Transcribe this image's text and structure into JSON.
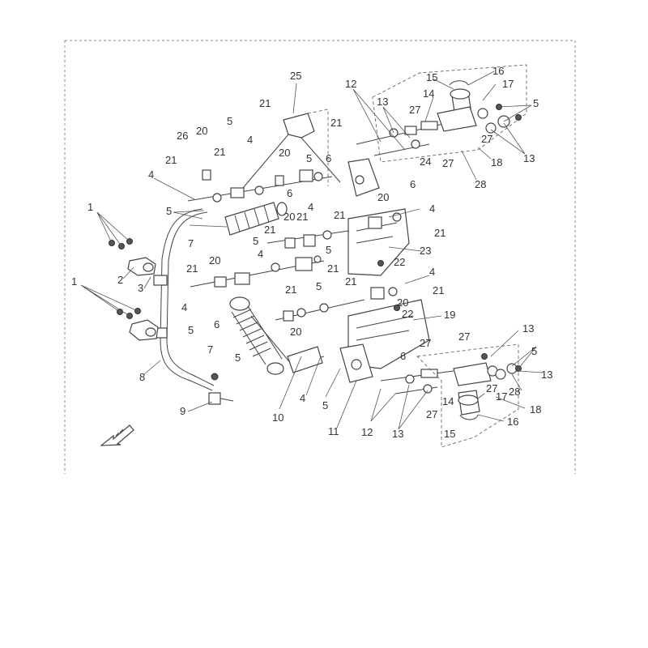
{
  "diagram": {
    "callouts": {
      "c1a": "1",
      "c1b": "1",
      "c2": "2",
      "c3": "3",
      "c4a": "4",
      "c4b": "4",
      "c4c": "4",
      "c4d": "4",
      "c4e": "4",
      "c4f": "4",
      "c5a": "5",
      "c5b": "5",
      "c5c": "5",
      "c5d": "5",
      "c5e": "5",
      "c5f": "5",
      "c5g": "5",
      "c5h": "5",
      "c5i": "5",
      "c5j": "5",
      "c5k": "5",
      "c6a": "6",
      "c6b": "6",
      "c6c": "6",
      "c6d": "6",
      "c6e": "6",
      "c7a": "7",
      "c7b": "7",
      "c8": "8",
      "c9": "9",
      "c10": "10",
      "c11": "11",
      "c12a": "12",
      "c12b": "12",
      "c13a": "13",
      "c13b": "13",
      "c13c": "13",
      "c13d": "13",
      "c14a": "14",
      "c14b": "14",
      "c15a": "15",
      "c15b": "15",
      "c16a": "16",
      "c16b": "16",
      "c17a": "17",
      "c17b": "17",
      "c18a": "18",
      "c18b": "18",
      "c19": "19",
      "c20a": "20",
      "c20b": "20",
      "c20c": "20",
      "c20d": "20",
      "c20e": "20",
      "c20f": "20",
      "c20g": "20",
      "c21a": "21",
      "c21b": "21",
      "c21c": "21",
      "c21d": "21",
      "c21e": "21",
      "c21f": "21",
      "c21g": "21",
      "c21h": "21",
      "c21i": "21",
      "c21j": "21",
      "c21k": "21",
      "c21l": "21",
      "c21m": "21",
      "c22a": "22",
      "c22b": "22",
      "c23": "23",
      "c24": "24",
      "c25": "25",
      "c26": "26",
      "c27a": "27",
      "c27b": "27",
      "c27c": "27",
      "c27d": "27",
      "c27e": "27",
      "c27f": "27",
      "c28a": "28",
      "c28b": "28"
    },
    "orientation_marker": "front-arrow-icon"
  }
}
